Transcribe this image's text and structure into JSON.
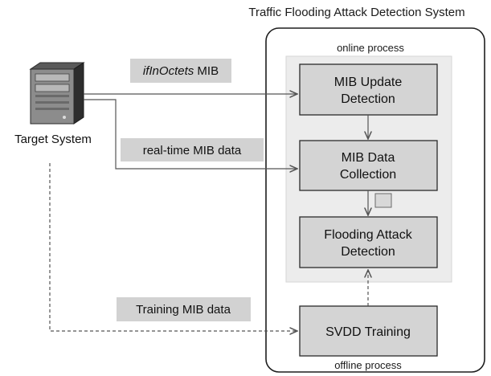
{
  "system_title": "Traffic Flooding Attack Detection System",
  "online_label": "online process",
  "offline_label": "offline process",
  "target": {
    "label": "Target System"
  },
  "boxes": {
    "mib_update": {
      "line1": "MIB Update",
      "line2": "Detection"
    },
    "mib_collection": {
      "line1": "MIB Data",
      "line2": "Collection"
    },
    "flooding": {
      "line1": "Flooding Attack",
      "line2": "Detection"
    },
    "svdd": {
      "line1": "SVDD Training"
    }
  },
  "data_labels": {
    "ifinoctets_italic": "ifInOctets",
    "ifinoctets_rest": " MIB",
    "realtime": "real-time MIB data",
    "training": "Training MIB data"
  },
  "colors": {
    "box_fill": "#d4d4d4",
    "online_fill": "#ececec",
    "label_fill": "#d2d2d2",
    "line": "#2a2a2a",
    "arrow": "#555555"
  }
}
